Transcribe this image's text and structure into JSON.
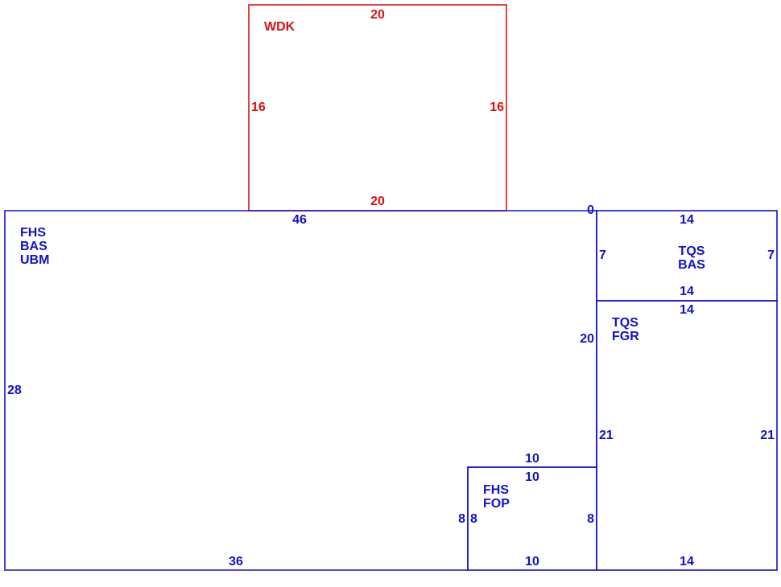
{
  "colors": {
    "red": "#dd1111",
    "blue": "#1111cc"
  },
  "rooms": {
    "wdk": {
      "codes": [
        "WDK"
      ],
      "dims": {
        "top": "20",
        "bottom": "20",
        "left": "16",
        "right": "16"
      }
    },
    "main": {
      "codes": [
        "FHS",
        "BAS",
        "UBM"
      ],
      "dims": {
        "top": "46",
        "right_upper": "20",
        "left": "28",
        "bottom": "36",
        "step_top": "10",
        "step_side": "8",
        "corner": "0"
      }
    },
    "tqs_bas": {
      "codes": [
        "TQS",
        "BAS"
      ],
      "dims": {
        "top": "14",
        "bottom": "14",
        "left": "7",
        "right": "7"
      }
    },
    "tqs_fgr": {
      "codes": [
        "TQS",
        "FGR"
      ],
      "dims": {
        "top": "14",
        "bottom": "14",
        "left": "21",
        "right": "21"
      }
    },
    "fhs_fop": {
      "codes": [
        "FHS",
        "FOP"
      ],
      "dims": {
        "top": "10",
        "bottom": "10",
        "left": "8",
        "right": "8"
      }
    }
  }
}
